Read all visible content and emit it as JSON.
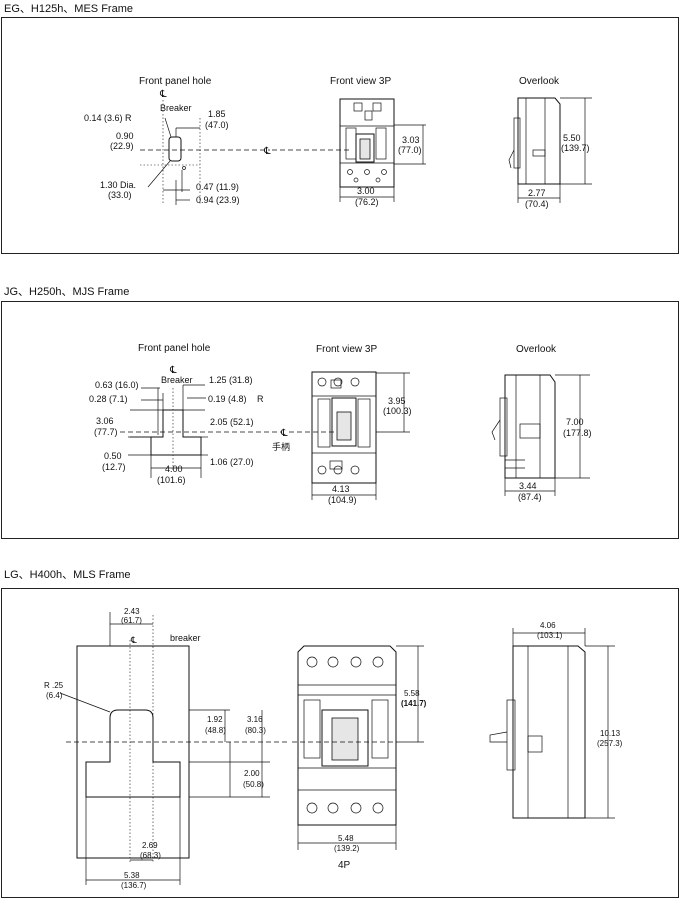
{
  "sections": [
    {
      "title": "EG、H125h、MES  Frame",
      "captions": {
        "front_panel": "Front panel hole",
        "front_view": "Front view 3P",
        "overlook": "Overlook"
      },
      "breaker_label": "Breaker",
      "dims": {
        "r": "0.14 (3.6) R",
        "w1_a": "1.85",
        "w1_b": "(47.0)",
        "h1_a": "0.90",
        "h1_b": "(22.9)",
        "dia_a": "1.30 Dia.",
        "dia_b": "(33.0)",
        "d1": "0.47 (11.9)",
        "d2": "0.94 (23.9)",
        "fv_h_a": "3.03",
        "fv_h_b": "(77.0)",
        "fv_w_a": "3.00",
        "fv_w_b": "(76.2)",
        "ov_h_a": "5.50",
        "ov_h_b": "(139.7)",
        "ov_w_a": "2.77",
        "ov_w_b": "(70.4)"
      }
    },
    {
      "title": "JG、H250h、MJS Frame",
      "captions": {
        "front_panel": "Front panel hole",
        "front_view": "Front view 3P",
        "overlook": "Overlook"
      },
      "breaker_label": "Breaker",
      "handle_label": "手柄",
      "dims": {
        "a1": "0.63 (16.0)",
        "a2": "0.28 (7.1)",
        "a3_a": "3.06",
        "a3_b": "(77.7)",
        "a4_a": "0.50",
        "a4_b": "(12.7)",
        "a5_a": "4.00",
        "a5_b": "(101.6)",
        "b1": "1.25 (31.8)",
        "b2": "0.19 (4.8)",
        "b2r": "R",
        "b3": "2.05 (52.1)",
        "b4": "1.06 (27.0)",
        "fv_h_a": "3.95",
        "fv_h_b": "(100.3)",
        "fv_w_a": "4.13",
        "fv_w_b": "(104.9)",
        "ov_h_a": "7.00",
        "ov_h_b": "(177.8)",
        "ov_w_a": "3.44",
        "ov_w_b": "(87.4)"
      }
    },
    {
      "title": "LG、H400h、MLS Frame",
      "breaker_label": "breaker",
      "pole_label": "4P",
      "dims": {
        "top_a": "2.43",
        "top_b": "(61.7)",
        "r_a": "R .25",
        "r_b": "(6.4)",
        "c1_a": "1.92",
        "c1_b": "(48.8)",
        "c2_a": "3.16",
        "c2_b": "(80.3)",
        "c3_a": "2.00",
        "c3_b": "(50.8)",
        "c4_a": "2.69",
        "c4_b": "(68.3)",
        "c5_a": "5.38",
        "c5_b": "(136.7)",
        "fv_h_a": "5.58",
        "fv_h_b": "(141.7)",
        "fv_w_a": "5.48",
        "fv_w_b": "(139.2)",
        "ov_w_a": "4.06",
        "ov_w_b": "(103.1)",
        "ov_h_a": "10.13",
        "ov_h_b": "(257.3)"
      }
    }
  ]
}
